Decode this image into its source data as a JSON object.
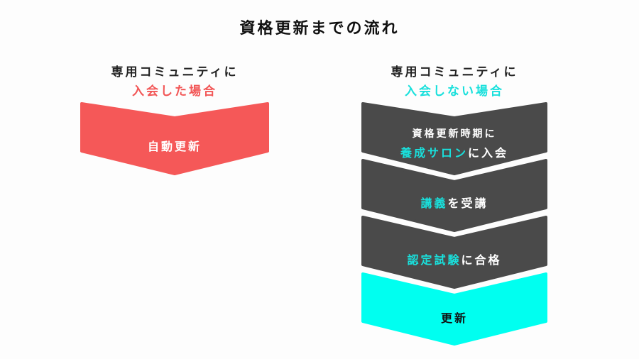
{
  "title": "資格更新までの流れ",
  "left": {
    "heading1": "専用コミュニティに",
    "heading2": "入会した場合",
    "steps": [
      "自動更新"
    ]
  },
  "right": {
    "heading1": "専用コミュニティに",
    "heading2": "入会しない場合",
    "step1": {
      "line1": "資格更新時期に",
      "line2_highlight": "養成サロン",
      "line2_rest": "に入会"
    },
    "step2": {
      "highlight": "講義",
      "rest": "を受講"
    },
    "step3": {
      "highlight": "認定試験",
      "rest": "に合格"
    },
    "step4": "更新"
  },
  "colors": {
    "red": "#f25656",
    "cyan": "#00fff0",
    "dark": "#4a4a4a"
  }
}
